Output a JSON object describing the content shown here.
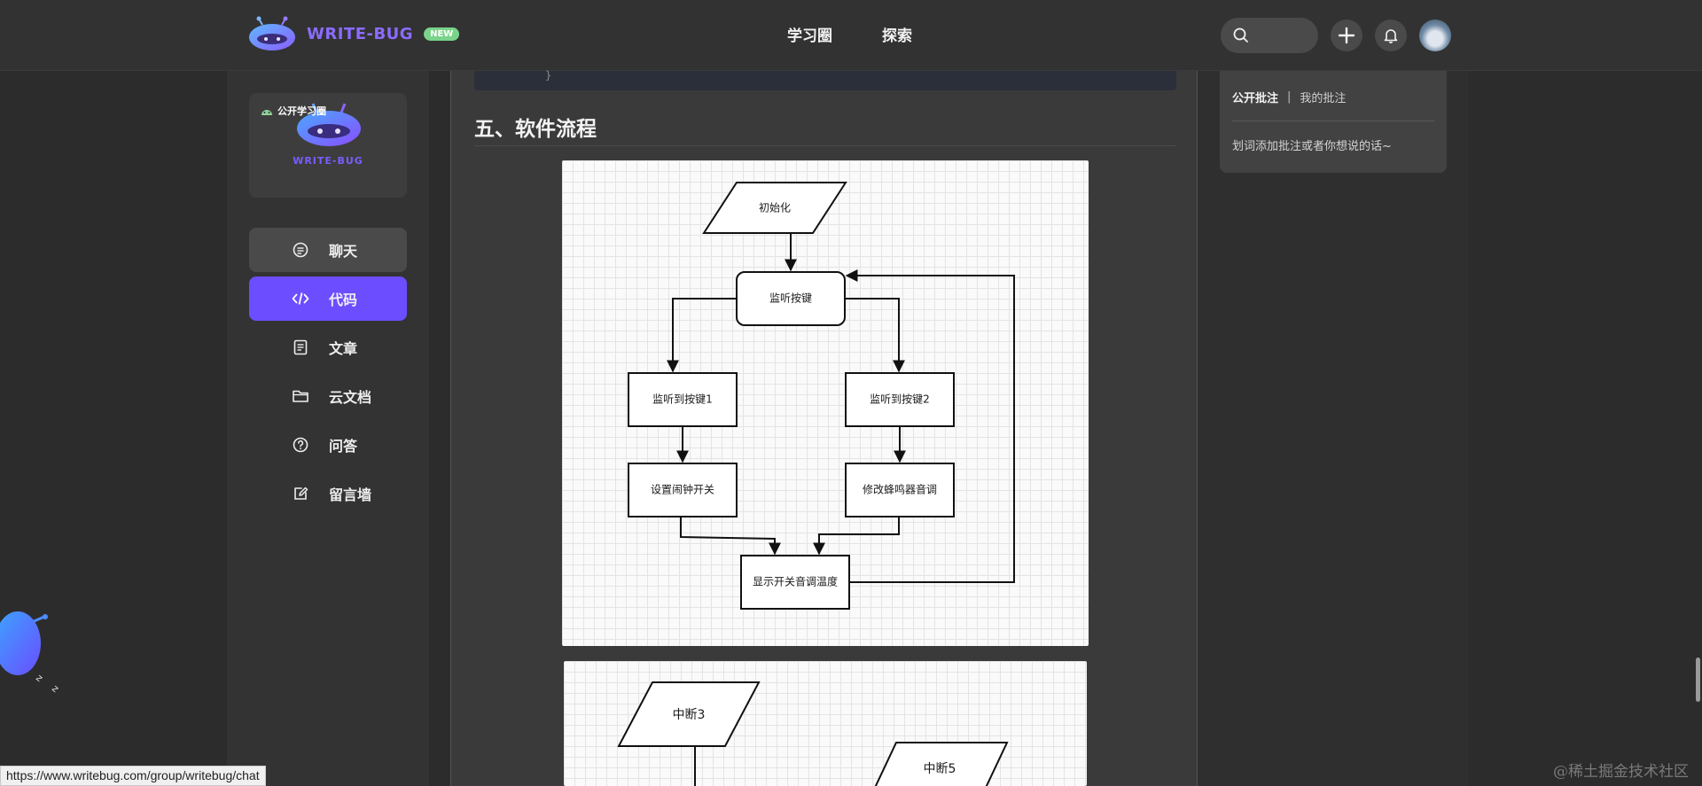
{
  "header": {
    "brand": "WRITE-BUG",
    "badge": "NEW",
    "nav": [
      {
        "label": "学习圈"
      },
      {
        "label": "探索"
      }
    ]
  },
  "group_card": {
    "tag": "公开学习圈",
    "wordmark": "WRITE-BUG"
  },
  "sidebar": {
    "items": [
      {
        "label": "聊天",
        "icon": "chat-icon",
        "state": "hover"
      },
      {
        "label": "代码",
        "icon": "code-icon",
        "state": "active"
      },
      {
        "label": "文章",
        "icon": "document-icon"
      },
      {
        "label": "云文档",
        "icon": "folder-icon"
      },
      {
        "label": "问答",
        "icon": "question-icon"
      },
      {
        "label": "留言墙",
        "icon": "edit-icon"
      }
    ]
  },
  "article": {
    "code_line_fragment": "}",
    "section_title": "五、软件流程",
    "flowchart1": {
      "nodes": {
        "init": "初始化",
        "listen": "监听按键",
        "key1": "监听到按键1",
        "key2": "监听到按键2",
        "alarm": "设置闹钟开关",
        "buzzer": "修改蜂鸣器音调",
        "display": "显示开关音调温度"
      }
    },
    "flowchart2": {
      "nodes": {
        "int3": "中断3",
        "int5": "中断5"
      }
    }
  },
  "annotations": {
    "tab_public": "公开批注",
    "separator": "|",
    "tab_mine": "我的批注",
    "hint": "划词添加批注或者你想说的话~"
  },
  "status_bar": {
    "url": "https://www.writebug.com/group/writebug/chat"
  },
  "watermark": "@稀土掘金技术社区",
  "colors": {
    "accent": "#6c4dff",
    "brand_text": "#8b6cff",
    "badge": "#7ad38a",
    "page_bg": "#2c2c2c"
  }
}
